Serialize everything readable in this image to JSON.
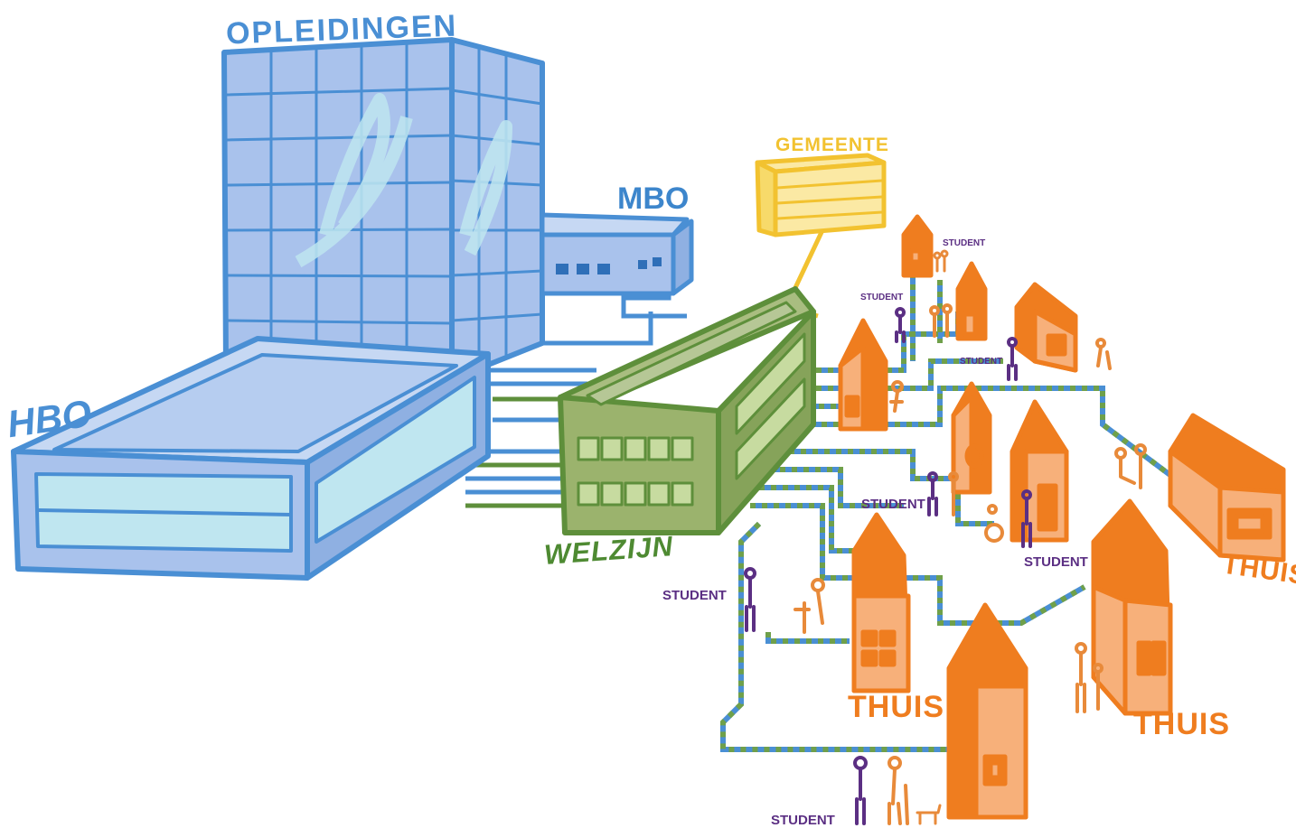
{
  "labels": {
    "opleidingen": "OPLEIDINGEN",
    "mbo": "MBO",
    "hbo": "HBO",
    "gemeente": "GEMEENTE",
    "welzijn": "WELZIJN",
    "thuis": [
      "THUIS",
      "THUIS",
      "THUIS"
    ],
    "student": [
      "STUDENT",
      "STUDENT",
      "STUDENT",
      "STUDENT",
      "STUDENT",
      "STUDENT",
      "STUDENT"
    ]
  },
  "colors": {
    "education_blue": "#4a8fd4",
    "education_fill": "#a9c2ec",
    "welzijn_green": "#5e8f3b",
    "welzijn_fill": "#9bb36d",
    "gemeente_yellow": "#f2c230",
    "home_orange": "#ef7d1f",
    "home_fill": "#f7b07a",
    "student_purple": "#5b2f83",
    "person_orange": "#e88a3a"
  }
}
